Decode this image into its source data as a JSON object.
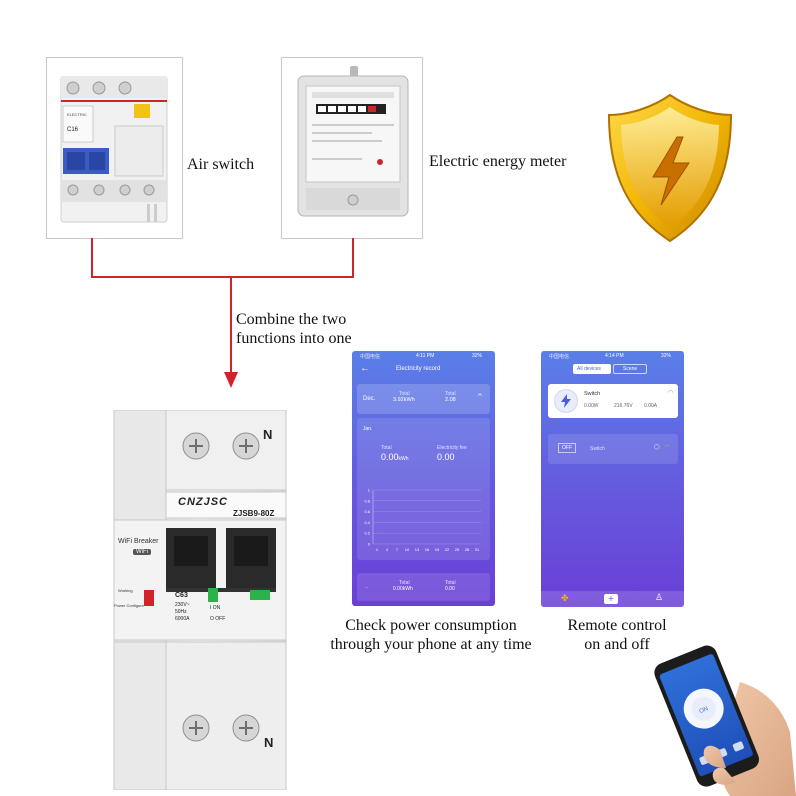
{
  "colors": {
    "wire": "#d2232a",
    "app_gradient_top": "#5a7fe8",
    "app_gradient_bottom": "#6a3fd6",
    "shield_gold": "#f2b705"
  },
  "labels": {
    "air_switch": "Air switch",
    "energy_meter": "Electric energy meter",
    "combine_line1": "Combine the two",
    "combine_line2": "functions into one",
    "check_line1": "Check power consumption",
    "check_line2": "through your phone at any time",
    "remote_line1": "Remote control",
    "remote_line2": "on and off"
  },
  "breaker": {
    "brand": "CNZJSC",
    "model": "ZJSB9-80Z",
    "wifi_label": "WiFi Breaker",
    "wifi_badge": "WiFi",
    "terminal_top": "N",
    "terminal_bottom": "N",
    "rating": "C63",
    "voltage": "230V~",
    "freq": "50Hz",
    "capacity": "6000A",
    "on_label": "I ON",
    "off_label": "O OFF",
    "working_label": "Working",
    "power_config_label": "Power Configure"
  },
  "air_switch_photo": {
    "brand": "ELECTRIC",
    "model": "C16"
  },
  "phone1": {
    "status_carrier": "中国电信",
    "status_time": "4:11 PM",
    "status_battery": "32%",
    "title": "Electricity record",
    "period": "Dec.",
    "total_label": "Total",
    "total_value": "3.92kWh",
    "total2_label": "Total",
    "total2_value": "2.08",
    "month": "Jan.",
    "kwh_label": "Total",
    "kwh_value": "0.00",
    "kwh_unit": "kWh",
    "fee_label": "Electricity fee",
    "fee_value": "0.00",
    "y_ticks": [
      "1",
      "0.8",
      "0.6",
      "0.4",
      "0.2",
      "0"
    ],
    "x_ticks": [
      "1",
      "4",
      "7",
      "10",
      "13",
      "16",
      "19",
      "22",
      "25",
      "28",
      "31"
    ],
    "bottom_total_label": "Total",
    "bottom_total_value": "0.00kWh",
    "bottom_total2_label": "Total",
    "bottom_total2_value": "0.00"
  },
  "phone2": {
    "status_carrier": "中国电信",
    "status_time": "4:14 PM",
    "status_battery": "32%",
    "tab_devices": "All devices",
    "tab_scene": "Scene",
    "device1_name": "Switch",
    "device1_power": "0.00W",
    "device1_voltage": "216.76V",
    "device1_current": "0.00A",
    "device2_state": "OFF",
    "device2_name": "Switch"
  },
  "handphone": {
    "power_label": "ON"
  }
}
